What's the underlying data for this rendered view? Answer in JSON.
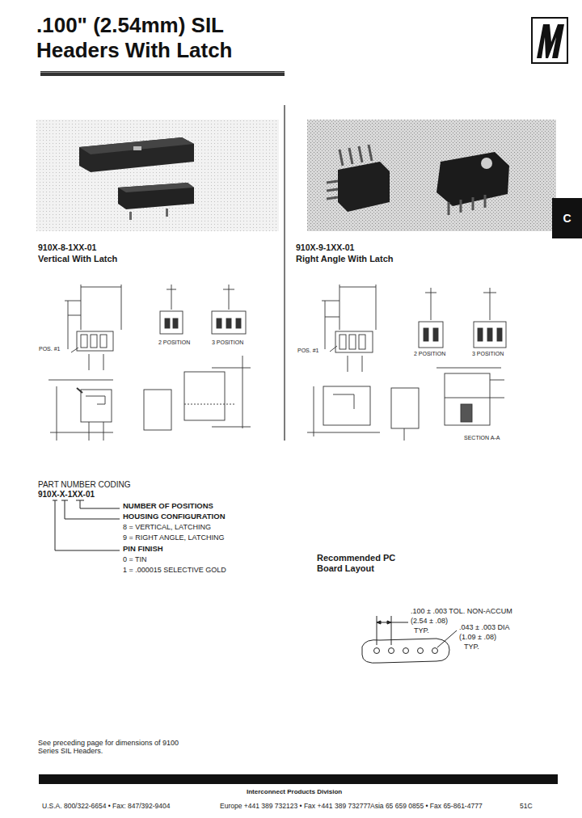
{
  "diagram": {
    "title": ".100\" (2.54mm) SIL Headers With Latch",
    "nodes": [
      {
        "text": [
          "C"
        ]
      }
    ],
    "labels": [
      "910X-8-1XX-01",
      "Vertical With Latch",
      "910X-9-1XX-01",
      "Right Angle With Latch",
      "POS. #1",
      "2 POSITION",
      "3 POSITION",
      "POS. #1",
      "2 POSITION",
      "3 POSITION",
      "SECTION A-A",
      "PART NUMBER CODING",
      "910X-X-1XX-01",
      "NUMBER OF POSITIONS",
      "HOUSING CONFIGURATION",
      "8 = VERTICAL, LATCHING",
      "9 = RIGHT ANGLE, LATCHING",
      "PIN FINISH",
      "0 = TIN",
      "1 = .000015 SELECTIVE GOLD",
      "Recommended PC Board Layout",
      ".100 ± .003 TOL. NON-ACCUM",
      "(2.54 ± .08)",
      "TYP.",
      ".043 ± .003 DIA",
      "(1.09 ± .08)",
      "TYP.",
      "See preceding page for dimensions of 9100 Series SIL Headers.",
      "Interconnect Products Division",
      "U.S.A. 800/322-6654 • Fax: 847/392-9404",
      "Europe +441 389 732123 • Fax +441 389 732777",
      "Asia 65 659 0855 • Fax 65-861-4777",
      "51C"
    ]
  }
}
